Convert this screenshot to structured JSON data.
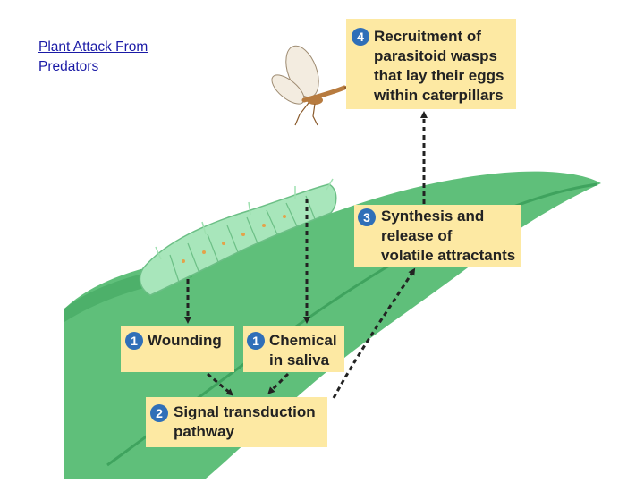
{
  "title": {
    "line1": "Plant Attack From",
    "line2": "Predators"
  },
  "steps": {
    "wounding": {
      "num": "1",
      "text": "Wounding"
    },
    "chemical": {
      "num": "1",
      "line1": "Chemical",
      "line2": "in saliva"
    },
    "signal": {
      "num": "2",
      "line1": "Signal transduction",
      "line2": "pathway"
    },
    "synthesis": {
      "num": "3",
      "line1": "Synthesis and",
      "line2": "release of",
      "line3": "volatile attractants"
    },
    "recruitment": {
      "num": "4",
      "line1": "Recruitment of",
      "line2": "parasitoid wasps",
      "line3": "that lay their eggs",
      "line4": "within caterpillars"
    }
  },
  "colors": {
    "box": "#fde9a3",
    "badge": "#2f6fb8",
    "leaf": "#5fbf7a",
    "leaf_dark": "#3fa35e",
    "caterpillar": "#9ee0b0",
    "link": "#1a1aa6"
  },
  "icons": [
    "wasp-icon",
    "caterpillar-icon",
    "leaf-illustration"
  ]
}
